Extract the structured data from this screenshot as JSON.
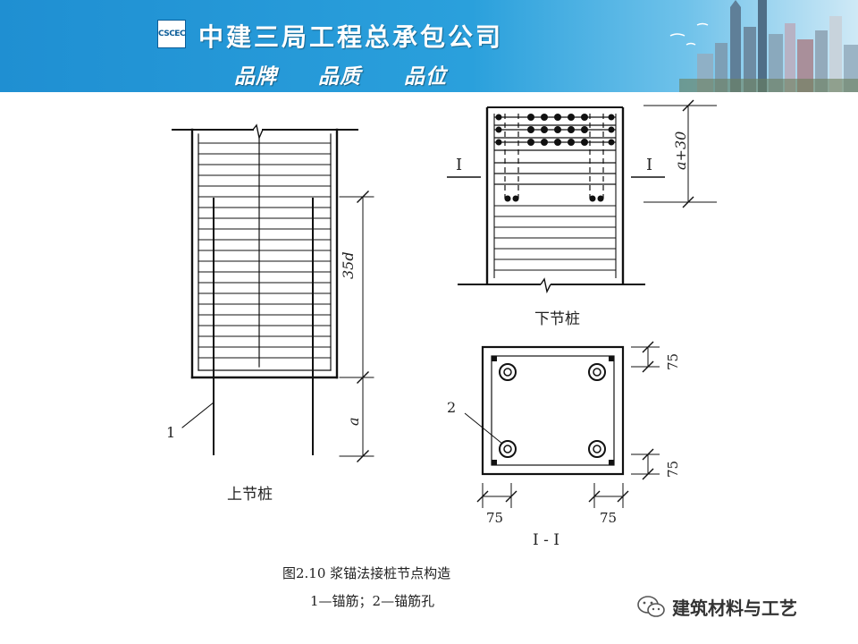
{
  "header": {
    "logo_text": "CSCEC",
    "company_name": "中建三局工程总承包公司",
    "slogans": [
      "品牌",
      "品质",
      "品位"
    ]
  },
  "figure": {
    "upper_pile_label": "上节桩",
    "lower_pile_label": "下节桩",
    "section_label": "I - I",
    "section_mark_left": "I",
    "section_mark_right": "I",
    "dim_anchor_length": "35d",
    "dim_a": "a",
    "dim_a_plus_30": "a+30",
    "dim_75_right_top": "75",
    "dim_75_right_bottom": "75",
    "dim_75_bottom_left": "75",
    "dim_75_bottom_right": "75",
    "callout_1": "1",
    "callout_2": "2"
  },
  "caption": {
    "title": "图2.10  浆锚法接桩节点构造",
    "legend": "1—锚筋；2—锚筋孔"
  },
  "watermark": {
    "text": "建筑材料与工艺",
    "icon": "wechat-icon"
  }
}
